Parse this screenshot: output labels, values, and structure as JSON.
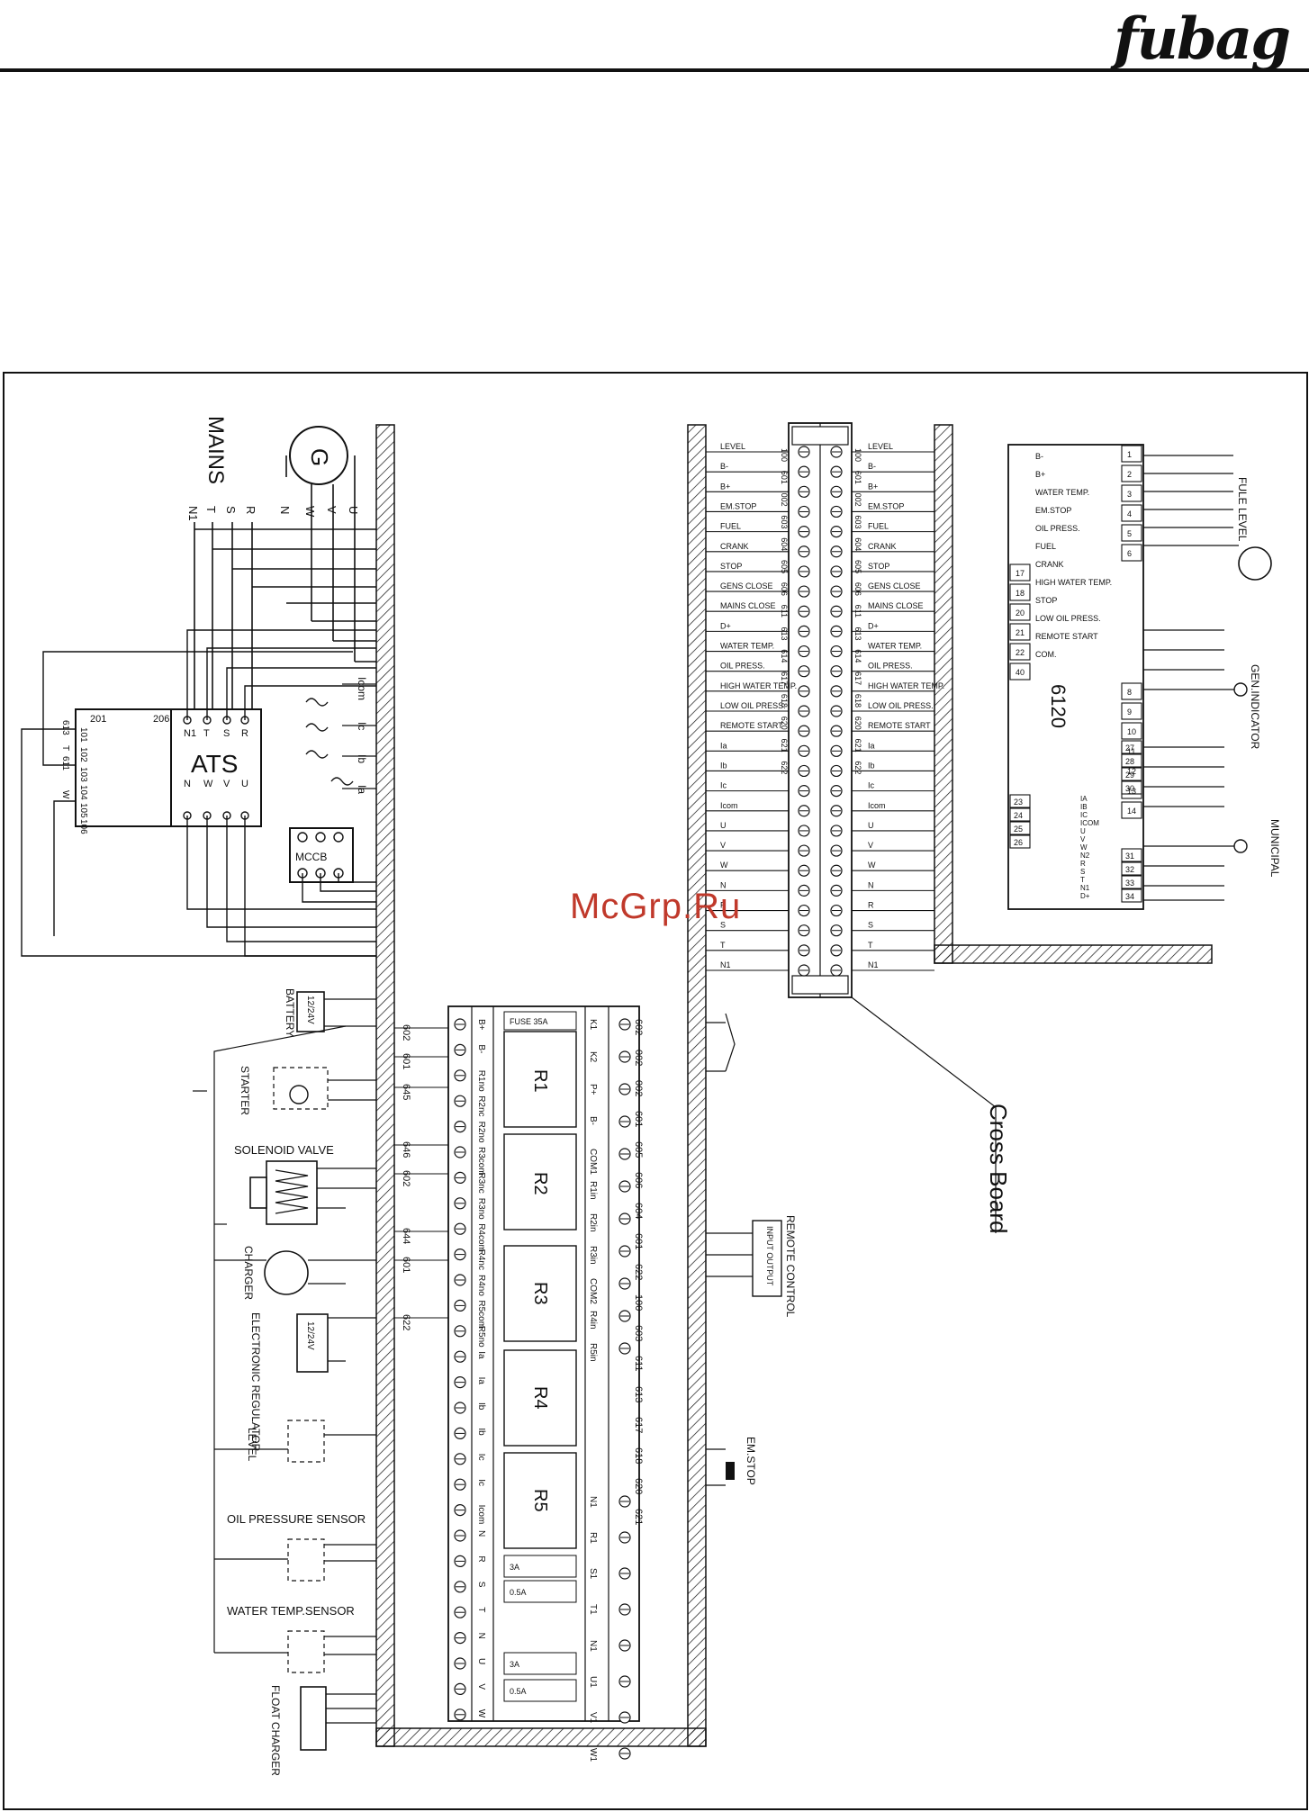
{
  "header": {
    "logo": "fubag"
  },
  "watermark": "McGrp.Ru",
  "blocks": {
    "mains": "MAINS",
    "generator": "G",
    "ats": "ATS",
    "mccb": "MCCB",
    "controller": "6120",
    "cross_board": "Cross Board",
    "relays": [
      "R1",
      "R2",
      "R3",
      "R4",
      "R5"
    ]
  },
  "mains_phases": [
    "N1",
    "T",
    "S",
    "R"
  ],
  "generator_phases": [
    "N",
    "W",
    "V",
    "U"
  ],
  "ats_top_terminals": [
    "N1",
    "T",
    "S",
    "R"
  ],
  "ats_bottom_terminals": [
    "N",
    "W",
    "V",
    "U"
  ],
  "ats_aux_terminals": [
    "101",
    "102",
    "103",
    "104",
    "105",
    "106"
  ],
  "ats_aux_labels": [
    "201",
    "206"
  ],
  "ats_side_labels": [
    "613",
    "T",
    "611",
    "W"
  ],
  "ct_labels": [
    "Icom",
    "Ic",
    "Ib",
    "Ia"
  ],
  "cross_board_left_labels": [
    "LEVEL",
    "B-",
    "B+",
    "EM.STOP",
    "FUEL",
    "CRANK",
    "STOP",
    "GENS CLOSE",
    "MAINS CLOSE",
    "D+",
    "WATER TEMP.",
    "OIL PRESS.",
    "HIGH WATER TEMP.",
    "LOW OIL PRESS.",
    "REMOTE START",
    "Ia",
    "Ib",
    "Ic",
    "Icom",
    "U",
    "V",
    "W",
    "N",
    "R",
    "S",
    "T",
    "N1"
  ],
  "cross_board_numbers": [
    "100",
    "601",
    "002",
    "603",
    "604",
    "605",
    "606",
    "611",
    "613",
    "614",
    "617",
    "618",
    "620",
    "621",
    "622"
  ],
  "controller_terminals": {
    "top_right": [
      "B-",
      "B+",
      "WATER TEMP.",
      "EM.STOP",
      "OIL PRESS.",
      "FUEL",
      "CRANK",
      "HIGH WATER TEMP.",
      "STOP",
      "LOW OIL PRESS.",
      "REMOTE START",
      "COM."
    ],
    "numbers_a": [
      "1",
      "2",
      "3",
      "4",
      "5",
      "6",
      "17",
      "18",
      "20",
      "21",
      "22",
      "40",
      "8",
      "9",
      "10",
      "11",
      "12",
      "13",
      "14"
    ],
    "numbers_b": [
      "27",
      "28",
      "29",
      "30",
      "23",
      "24",
      "25",
      "26",
      "31",
      "32",
      "33",
      "34"
    ],
    "ac_labels": [
      "IA",
      "IB",
      "IC",
      "ICOM",
      "U",
      "V",
      "W",
      "N2",
      "R",
      "S",
      "T",
      "N1",
      "D+"
    ]
  },
  "right_annotations": {
    "fuel_level": "FULE LEVEL",
    "gen_indicator": "GEN.INDICATOR",
    "municipal": "MUNICIPAL",
    "em_stop": "EM.STOP",
    "remote_control": "REMOTE CONTROL",
    "remote_io": "INPUT  OUTPUT"
  },
  "left_components": [
    "BATTERY",
    "STARTER",
    "SOLENOID VALVE",
    "CHARGER",
    "ELECTRONIC REGULATOR",
    "LEVEL",
    "OIL  PRESSURE SENSOR",
    "WATER TEMP.SENSOR",
    "FLOAT  CHARGER"
  ],
  "left_component_values": [
    "12/24V",
    "12/24V"
  ],
  "board_left_labels": [
    "B+",
    "B-",
    "R1no",
    "R2nc",
    "R2no",
    "R3com",
    "R3nc",
    "R3no",
    "R4com",
    "R4nc",
    "R4no",
    "R5com",
    "R5no",
    "Ia",
    "Ia",
    "Ib",
    "Ib",
    "Ic",
    "Ic",
    "Icom",
    "N",
    "R",
    "S",
    "T",
    "N",
    "U",
    "V",
    "W"
  ],
  "board_right_labels": [
    "K1",
    "K2",
    "P+",
    "B-",
    "COM1",
    "R1in",
    "R2in",
    "R3in",
    "COM2",
    "R4in",
    "R5in",
    "N1",
    "R1",
    "S1",
    "T1",
    "N1",
    "U1",
    "V1",
    "W1"
  ],
  "board_fuse_labels": [
    "FUSE 35A",
    "3A",
    "0.5A",
    "3A",
    "0.5A"
  ],
  "board_wire_numbers": [
    "602",
    "601",
    "645",
    "646",
    "602",
    "644",
    "601",
    "622",
    "602",
    "002",
    "002",
    "601",
    "605",
    "606",
    "604",
    "601",
    "622",
    "100",
    "603",
    "611",
    "613",
    "617",
    "618",
    "620",
    "621"
  ]
}
